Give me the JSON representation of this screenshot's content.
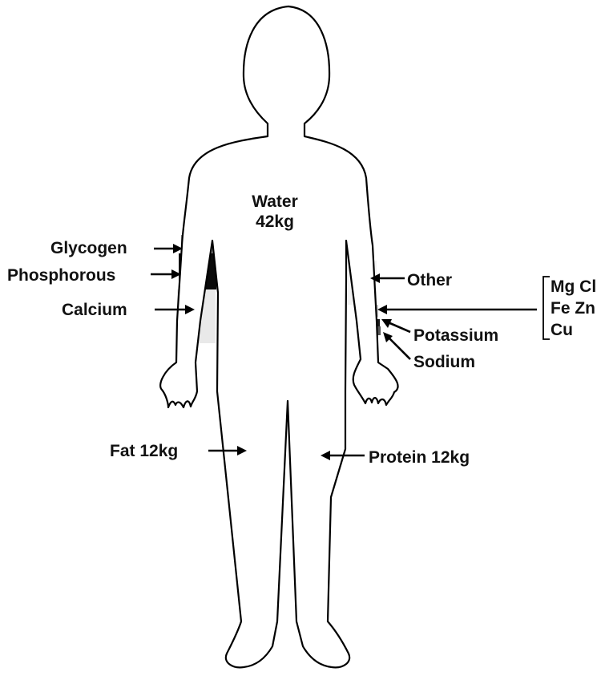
{
  "colors": {
    "background": "#ffffff",
    "body_fill": "#ffffff",
    "outline": "#000000",
    "glycogen": "#8f8f8f",
    "phosphorous": "#0a0a0a",
    "calcium": "#e9e9e9",
    "other": "#f2f2f2",
    "mineral_band": "#c8c8c8",
    "potassium": "#1a1a1a",
    "sodium": "#555555",
    "fat": "#d2d2d2",
    "protein": "#8c8c8c"
  },
  "labels": {
    "water_line1": "Water",
    "water_line2": "42kg",
    "glycogen": "Glycogen",
    "phosphorous": "Phosphorous",
    "calcium": "Calcium",
    "other": "Other",
    "potassium": "Potassium",
    "sodium": "Sodium",
    "fat": "Fat 12kg",
    "protein": "Protein 12kg",
    "minerals": [
      "Mg Cl",
      "Fe Zn",
      "Cu"
    ]
  }
}
